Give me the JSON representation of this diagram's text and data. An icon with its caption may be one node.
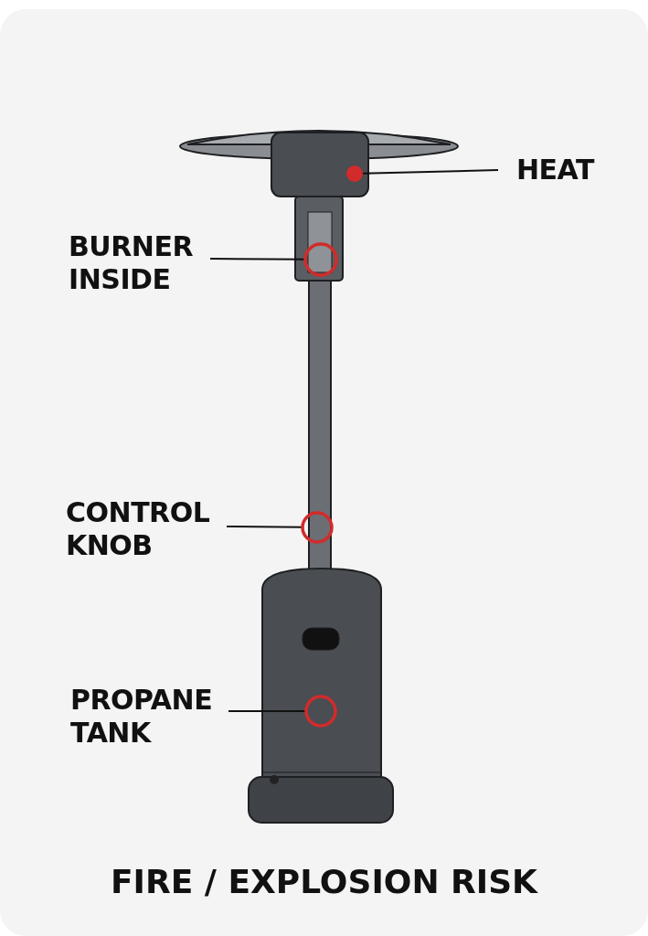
{
  "diagram": {
    "caption": "FIRE / EXPLOSION RISK",
    "nodes": [
      {
        "text": [
          "HEAT"
        ]
      },
      {
        "text": [],
        "shape": "circle"
      },
      {
        "text": [
          "BURNER INSIDE"
        ]
      },
      {
        "text": [],
        "shape": "circle"
      },
      {
        "text": [
          "CONTROL KNOB"
        ]
      },
      {
        "text": [],
        "shape": "circle"
      },
      {
        "text": [
          "PROPANE TANK"
        ]
      },
      {
        "text": [],
        "shape": "circle"
      }
    ],
    "edges": [
      {
        "from": 0,
        "to": 1,
        "arrow": "none"
      },
      {
        "from": 2,
        "to": 3,
        "arrow": "none"
      },
      {
        "from": 4,
        "to": 5,
        "arrow": "none"
      },
      {
        "from": 6,
        "to": 7,
        "arrow": "none"
      }
    ]
  }
}
